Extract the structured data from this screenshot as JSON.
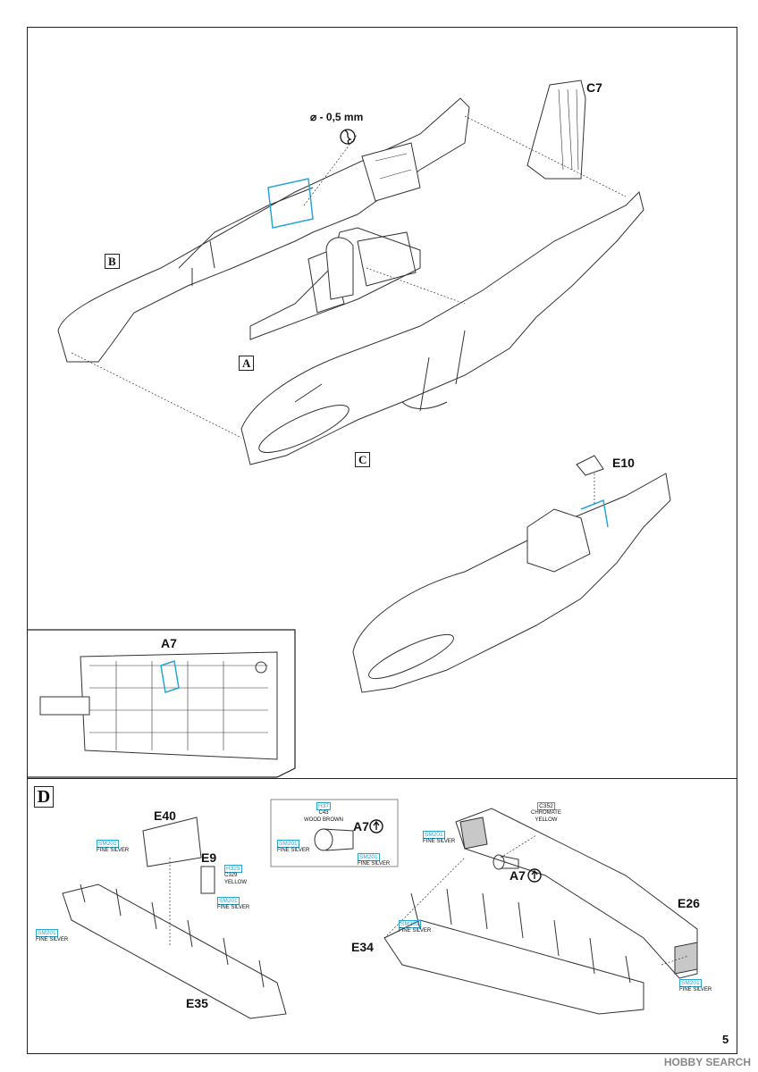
{
  "page": {
    "number": "5"
  },
  "step_top": {
    "labels": {
      "c7": "C7",
      "e10": "E10",
      "box_a": "A",
      "box_b": "B",
      "box_c": "C"
    },
    "drill_note": "⌀ - 0,5 mm"
  },
  "detail_inset": {
    "part_label": "A7"
  },
  "step_d": {
    "label": "D",
    "parts": {
      "e40": "E40",
      "e9": "E9",
      "e35": "E35",
      "e34": "E34",
      "e26": "E26",
      "a7_a": "A7",
      "a7_b": "A7"
    },
    "paints": {
      "sm201_e40": {
        "code": "SM201",
        "name": "FINE SILVER"
      },
      "h329": {
        "code": "H329",
        "code2": "C329",
        "name": "YELLOW"
      },
      "sm201_e9": {
        "code": "SM201",
        "name": "FINE SILVER"
      },
      "sm201_e35": {
        "code": "SM201",
        "name": "FINE SILVER"
      },
      "h37": {
        "code": "H37",
        "code2": "C43",
        "name": "WOOD BROWN"
      },
      "sm201_a7_left": {
        "code": "SM201",
        "name": "FINE SILVER"
      },
      "sm201_a7_right": {
        "code": "SM201",
        "name": "FINE SILVER"
      },
      "c352": {
        "code": "C352",
        "name": "CHROMATE",
        "name2": "YELLOW"
      },
      "sm201_e26_top": {
        "code": "SM201",
        "name": "FINE SILVER"
      },
      "sm201_e34": {
        "code": "SM201",
        "name": "FINE SILVER"
      },
      "sm201_e26_bottom": {
        "code": "SM201",
        "name": "FINE SILVER"
      }
    }
  },
  "watermark": "HOBBY SEARCH",
  "colors": {
    "ink": "#111111",
    "paint_accent": "#27a5d6",
    "line_art": "#333333",
    "shade": "#c8c8c8"
  }
}
